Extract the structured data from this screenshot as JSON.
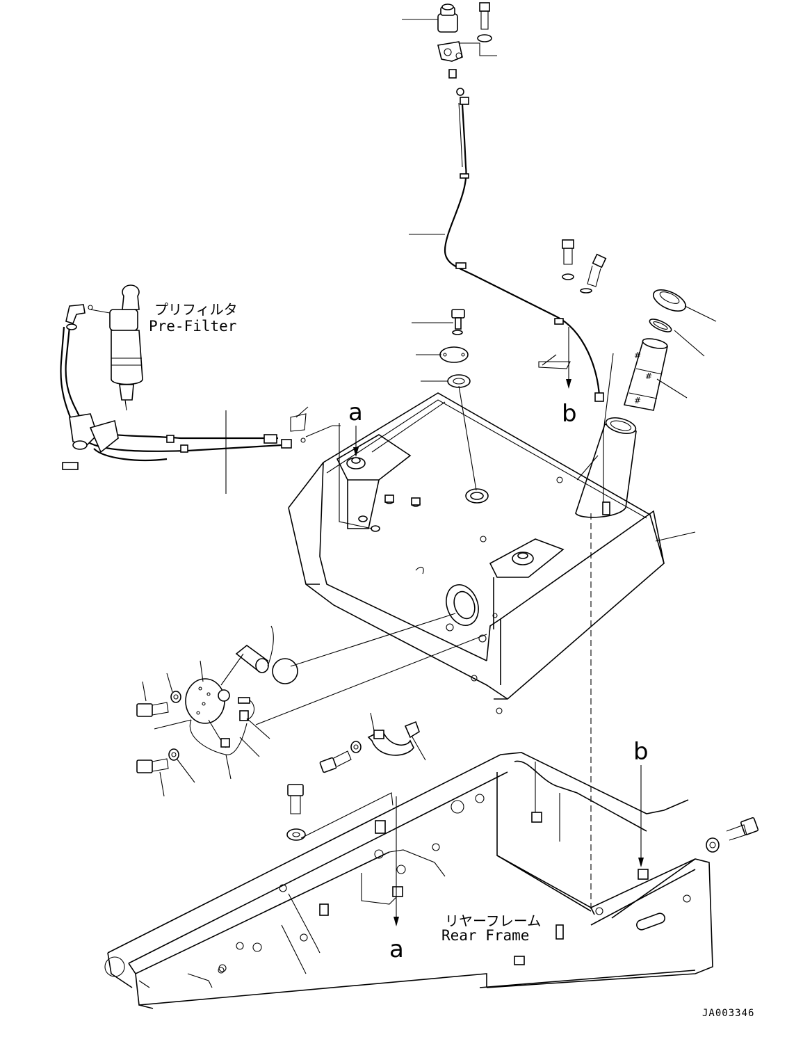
{
  "labels": {
    "prefilter_jp": "プリフィルタ",
    "prefilter_en": "Pre-Filter",
    "rear_frame_jp": "リヤーフレーム",
    "rear_frame_en": "Rear Frame"
  },
  "reference_marks": {
    "a_top": "a",
    "b_top": "b",
    "b_right": "b",
    "a_bottom": "a"
  },
  "drawing_code": "JA003346"
}
